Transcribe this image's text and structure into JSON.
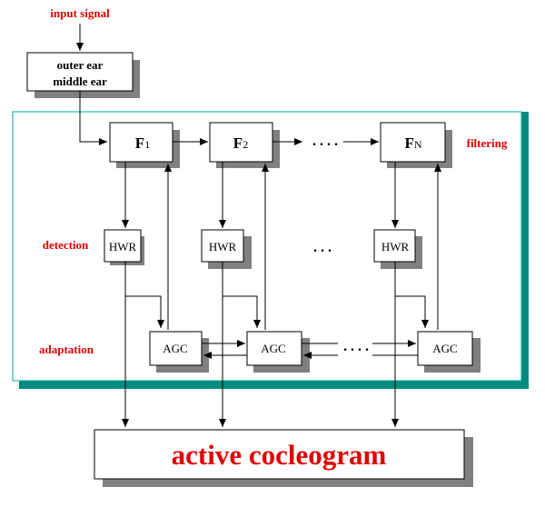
{
  "labels": {
    "input_signal": "input signal",
    "outer_ear": "outer ear",
    "middle_ear": "middle ear",
    "filtering": "filtering",
    "detection": "detection",
    "adaptation": "adaptation",
    "output": "active cocleogram"
  },
  "filters": [
    {
      "base": "F",
      "sub": "1"
    },
    {
      "base": "F",
      "sub": "2"
    },
    {
      "base": "F",
      "sub": "N"
    }
  ],
  "detectors": [
    "HWR",
    "HWR",
    "HWR"
  ],
  "adapters": [
    "AGC",
    "AGC",
    "AGC"
  ],
  "ellipsis": ". . . .",
  "ellipsis_mid": ". . .",
  "colors": {
    "label_red": "#e00000",
    "teal_shadow": "#008b7f",
    "panel_border": "#00a99d",
    "box_shadow": "#808080"
  }
}
